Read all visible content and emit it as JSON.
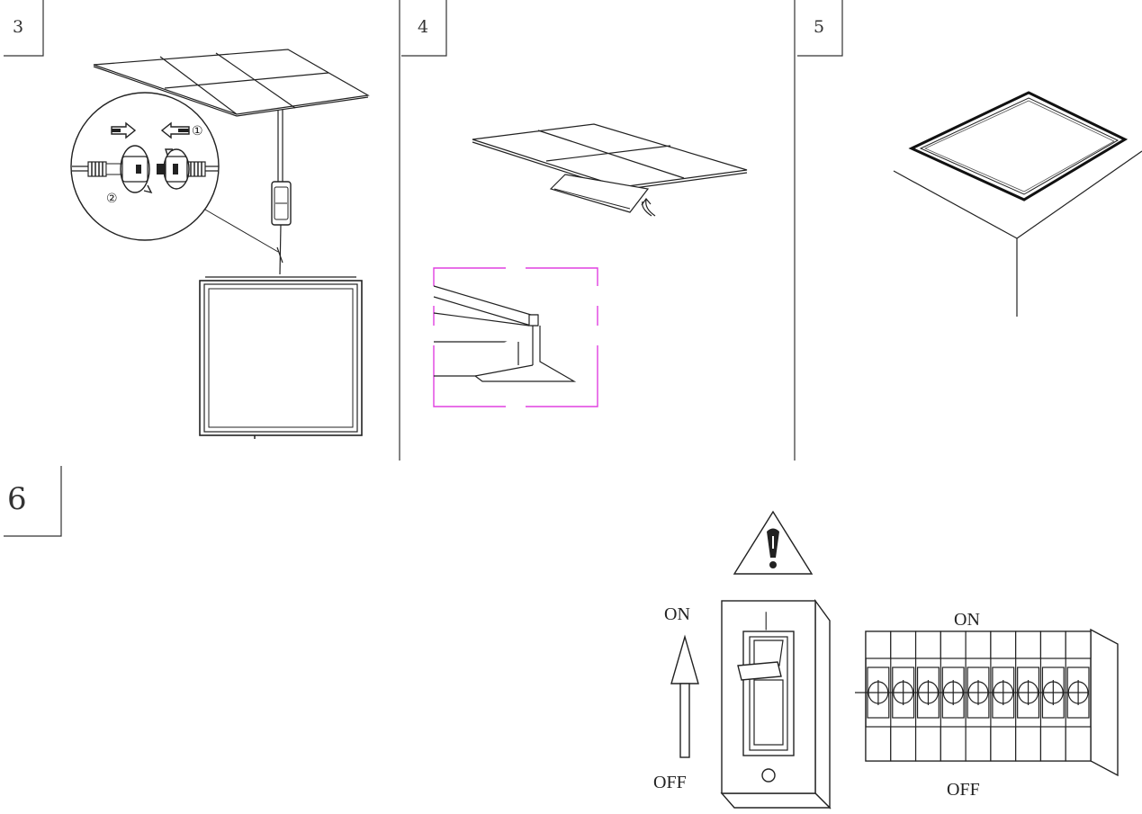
{
  "steps": [
    {
      "number": "3"
    },
    {
      "number": "4"
    },
    {
      "number": "5"
    },
    {
      "number": "6"
    }
  ],
  "connector_inset": {
    "step_markers": [
      "①",
      "②"
    ]
  },
  "toggle_switch": {
    "on_label": "ON",
    "off_label": "OFF",
    "on_mark": "|"
  },
  "dip_switch": {
    "on_label": "ON",
    "off_label": "OFF",
    "switch_count": 9
  },
  "warning": {
    "icon": "warning-triangle-icon"
  },
  "colors": {
    "line": "#222222",
    "detail_highlight": "#e040e0"
  }
}
